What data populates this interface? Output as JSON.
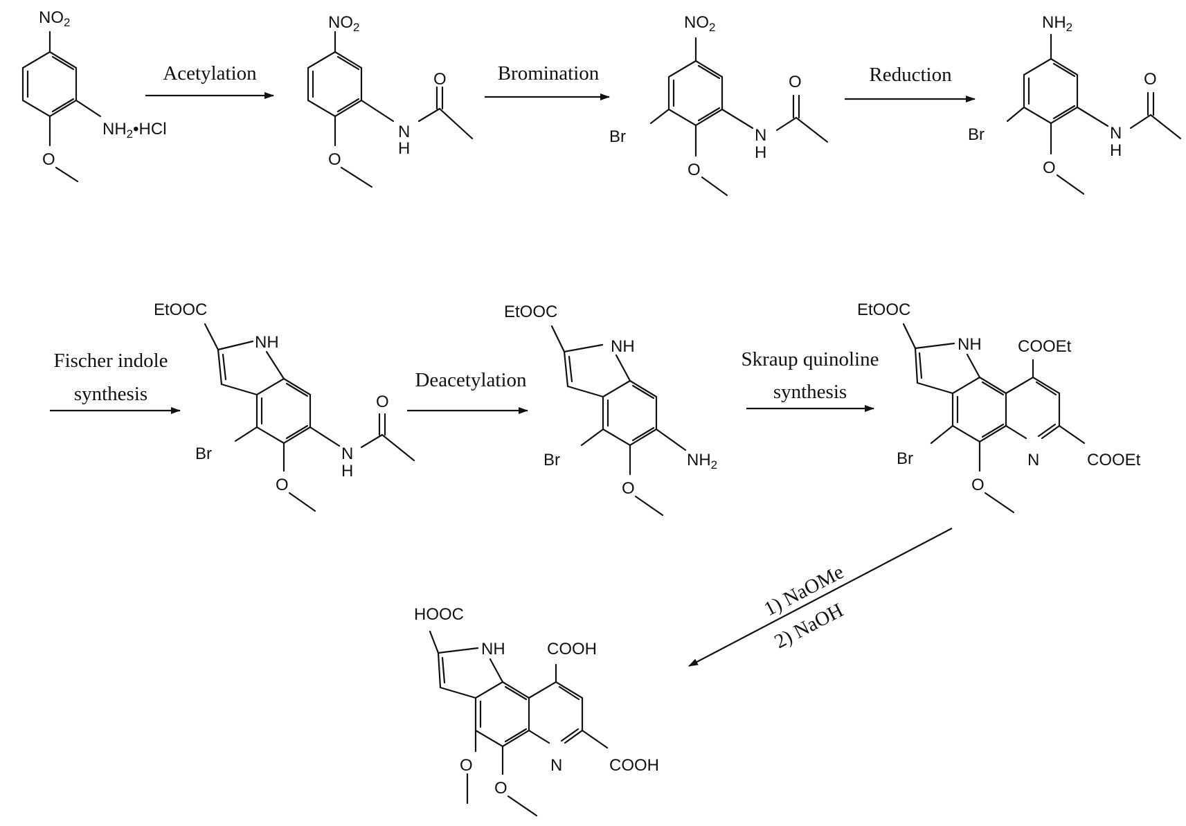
{
  "steps": {
    "acetylation": "Acetylation",
    "bromination": "Bromination",
    "reduction": "Reduction",
    "fischer_line1": "Fischer indole",
    "fischer_line2": "synthesis",
    "deacetylation": "Deacetylation",
    "skraup_line1": "Skraup quinoline",
    "skraup_line2": "synthesis",
    "final_line1": "1) NaOMe",
    "final_line2": "2) NaOH"
  },
  "labels": {
    "no2_n": "NO",
    "no2_sub": "2",
    "nh2_n": "NH",
    "nh2_sub": "2",
    "hcl": "•HCl",
    "n": "N",
    "h": "H",
    "o": "O",
    "br": "Br",
    "nh": "NH",
    "etooc": "EtOOC",
    "cooet": "COOEt",
    "hooc": "HOOC",
    "cooh": "COOH"
  }
}
